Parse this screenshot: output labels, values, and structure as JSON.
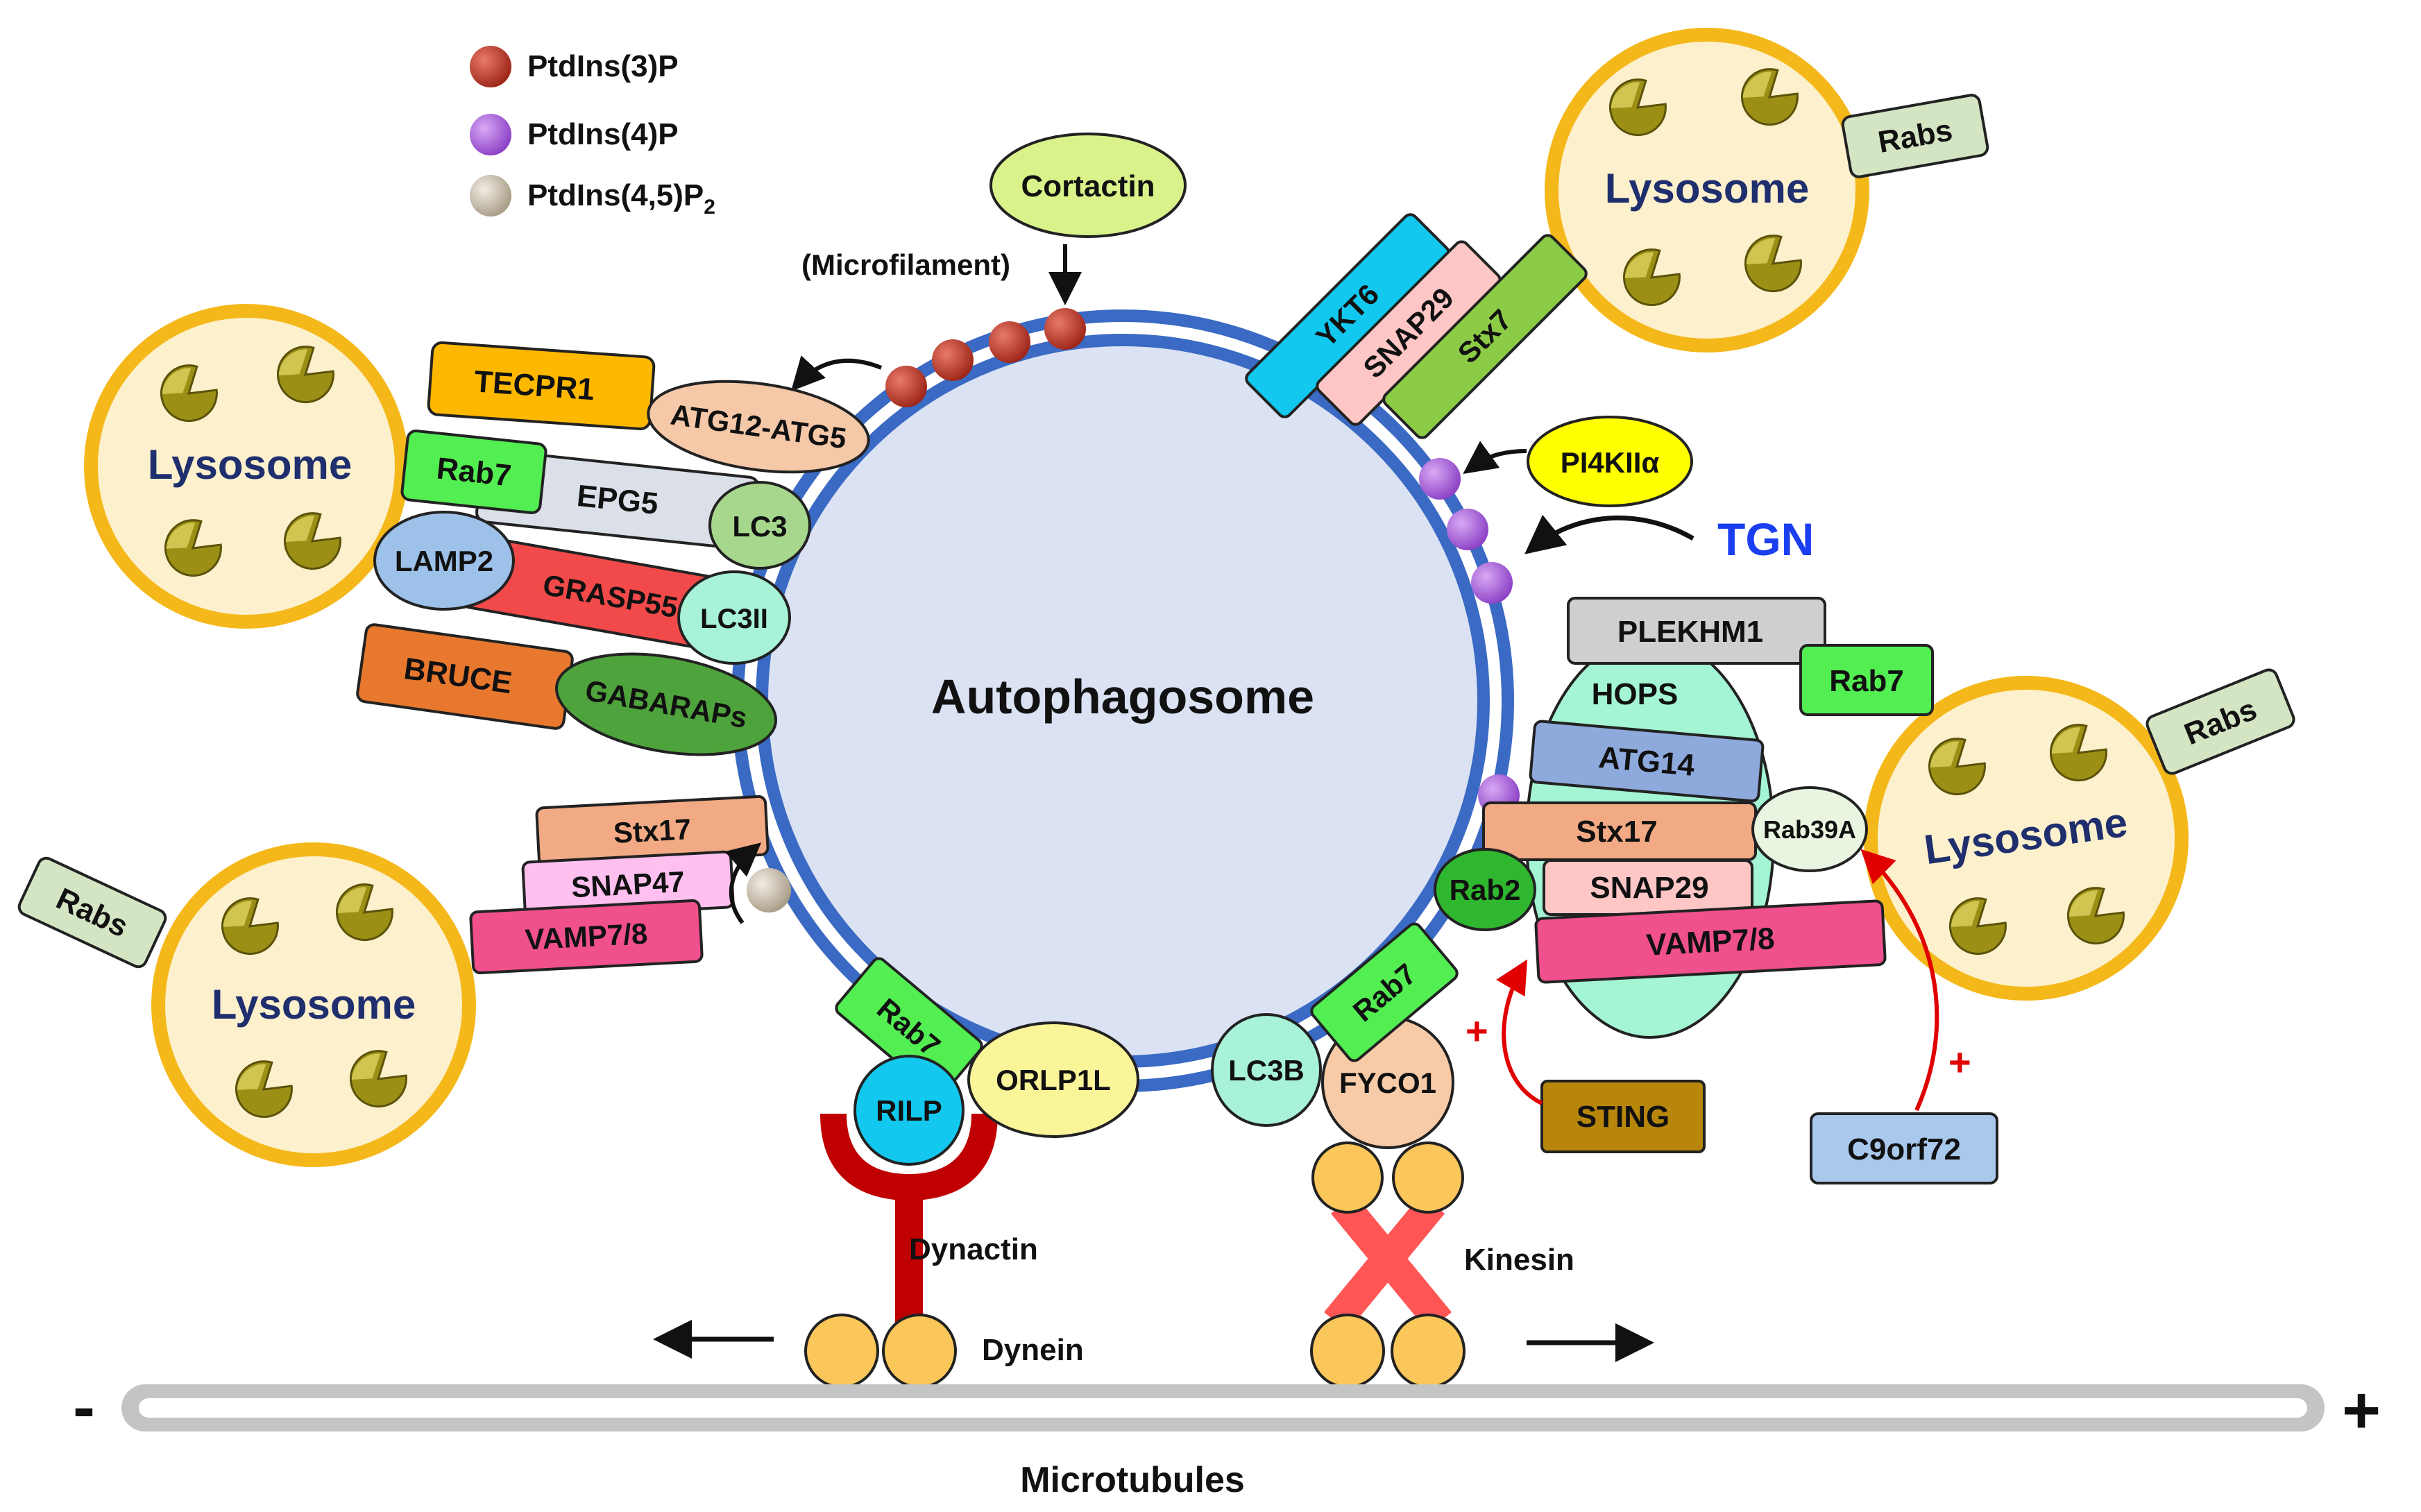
{
  "legend": [
    {
      "label": "PtdIns(3)P",
      "color": "#c0392b"
    },
    {
      "label": "PtdIns(4)P",
      "color": "#a55fd6"
    },
    {
      "label": "PtdIns(4,5)P",
      "subscript": "2",
      "color": "#c8bfb0"
    }
  ],
  "center_label": "Autophagosome",
  "lysosome_label": "Lysosome",
  "rabs_label": "Rabs",
  "tgn_label": "TGN",
  "cortactin": "Cortactin",
  "microfilament": "(Microfilament)",
  "pi4k": "PI4KIIα",
  "left_upper": {
    "tecpr1": "TECPR1",
    "atg12_atg5": "ATG12-ATG5",
    "rab7": "Rab7",
    "epg5": "EPG5",
    "lc3": "LC3",
    "lamp2": "LAMP2",
    "grasp55": "GRASP55",
    "lc3ii": "LC3II",
    "bruce": "BRUCE",
    "gabaraps": "GABARAPs"
  },
  "left_lower": {
    "stx17": "Stx17",
    "snap47": "SNAP47",
    "vamp": "VAMP7/8"
  },
  "top_right_snare": {
    "ykt6": "YKT6",
    "snap29": "SNAP29",
    "stx7": "Stx7"
  },
  "right_complex": {
    "plekhm1": "PLEKHM1",
    "rab7": "Rab7",
    "hops": "HOPS",
    "atg14": "ATG14",
    "stx17": "Stx17",
    "rab39a": "Rab39A",
    "rab2": "Rab2",
    "snap29": "SNAP29",
    "vamp": "VAMP7/8"
  },
  "regulators": {
    "sting": "STING",
    "c9orf72": "C9orf72",
    "plus": "+"
  },
  "bottom": {
    "rab7_left": "Rab7",
    "rilp": "RILP",
    "orlp1l": "ORLP1L",
    "dynactin": "Dynactin",
    "dynein": "Dynein",
    "lc3b": "LC3B",
    "rab7_right": "Rab7",
    "fyco1": "FYCO1",
    "kinesin": "Kinesin",
    "microtubules": "Microtubules",
    "minus": "-",
    "plus": "+"
  }
}
